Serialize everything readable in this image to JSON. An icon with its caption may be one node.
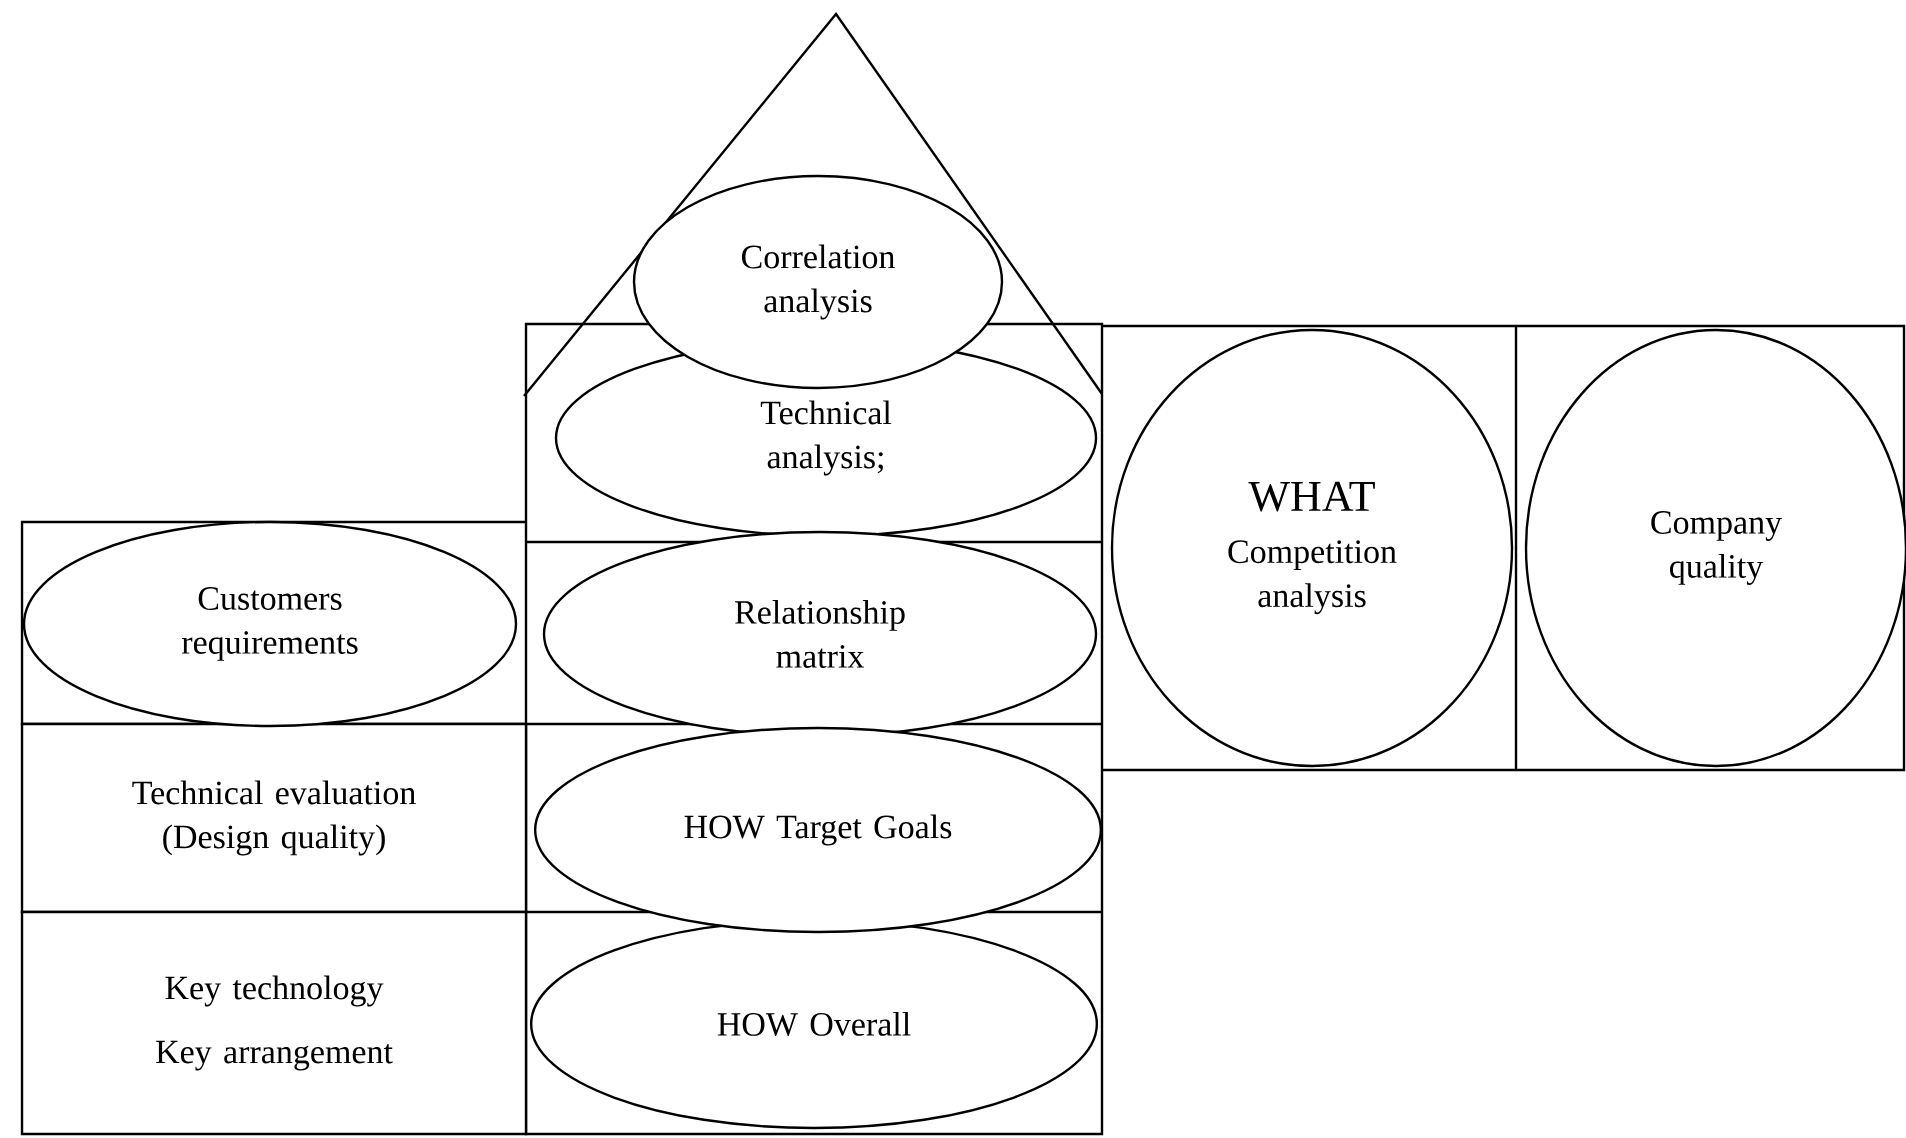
{
  "diagram": {
    "nodes": [
      {
        "text": [
          "Correlation analysis"
        ]
      },
      {
        "text": [
          "Technical analysis;"
        ]
      },
      {
        "text": [
          "Customers requirements"
        ]
      },
      {
        "text": [
          "Relationship matrix"
        ]
      },
      {
        "text": [
          "WHAT",
          "Competition analysis"
        ]
      },
      {
        "text": [
          "Company quality"
        ]
      },
      {
        "text": [
          "Technical evaluation (Design quality)"
        ]
      },
      {
        "text": [
          "HOW Target Goals"
        ]
      },
      {
        "text": [
          "Key technology",
          "Key arrangement"
        ]
      },
      {
        "text": [
          "HOW Overall"
        ]
      }
    ]
  }
}
